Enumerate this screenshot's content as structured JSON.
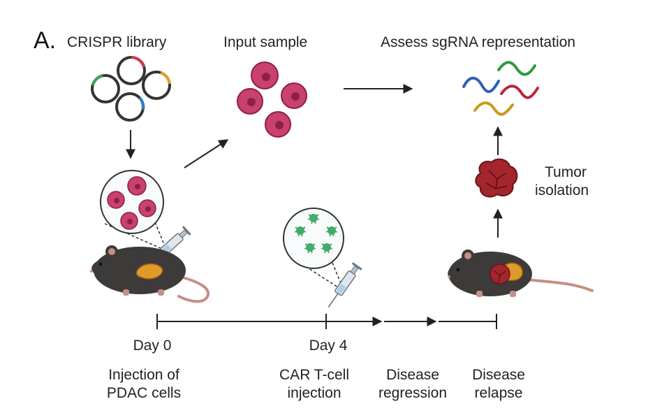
{
  "panel_label": "A.",
  "labels": {
    "crispr_library": "CRISPR library",
    "input_sample": "Input sample",
    "assess": "Assess sgRNA representation",
    "tumor_isolation": [
      "Tumor",
      "isolation"
    ],
    "day0": "Day 0",
    "day4": "Day 4",
    "injection_pdac": [
      "Injection of",
      "PDAC cells"
    ],
    "car_t_injection": [
      "CAR T-cell",
      "injection"
    ],
    "disease_regression": [
      "Disease",
      "regression"
    ],
    "disease_relapse": [
      "Disease",
      "relapse"
    ]
  },
  "icons": [
    "plasmid-library-icon",
    "tumor-cells-icon",
    "sgrna-strands-icon",
    "magnified-cells-icon",
    "magnified-car-t-icon",
    "syringe-icon",
    "mouse-icon",
    "tumor-mass-icon",
    "arrow-icon"
  ],
  "colors": {
    "cell_pink": "#c9416e",
    "cell_dark": "#8e1f47",
    "tumor_red": "#a3262c",
    "car_t_green": "#3fae6a",
    "pancreas_orange": "#e09a2a",
    "mouse_body": "#3d3a3a",
    "sg_green": "#2e9a3c",
    "sg_blue": "#2f5fb8",
    "sg_red": "#b8283a",
    "sg_gold": "#c99a1e"
  }
}
